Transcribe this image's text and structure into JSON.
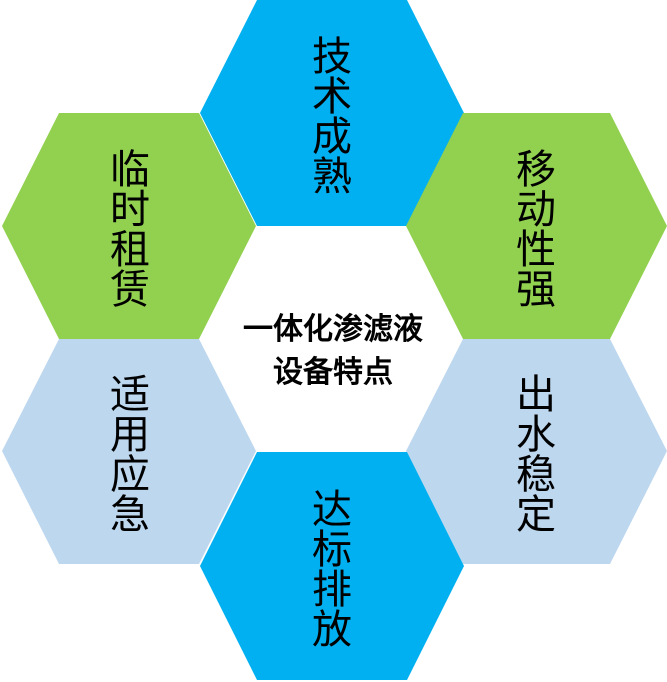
{
  "center_title": {
    "line1": "一体化渗滤液",
    "line2": "设备特点"
  },
  "features": [
    {
      "id": "tech-mature",
      "text": "技术成熟",
      "color": "#00B0F0"
    },
    {
      "id": "mobility",
      "text": "移动性强",
      "color": "#92D050"
    },
    {
      "id": "stable-output",
      "text": "出水稳定",
      "color": "#BDD7EE"
    },
    {
      "id": "meets-standard",
      "text": "达标排放",
      "color": "#00B0F0"
    },
    {
      "id": "emergency-use",
      "text": "适用应急",
      "color": "#BDD7EE"
    },
    {
      "id": "temporary-lease",
      "text": "临时租赁",
      "color": "#92D050"
    }
  ]
}
